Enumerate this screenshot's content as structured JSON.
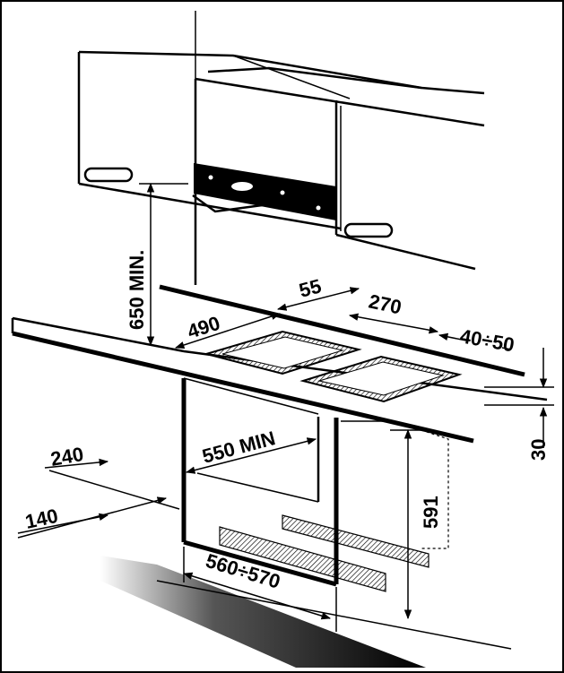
{
  "diagram": {
    "labels": {
      "cabinet_height": "650 MIN.",
      "cutout_depth": "490",
      "wall_gap": "55",
      "cutout_width": "270",
      "edge_gap": "40÷50",
      "worktop_thickness": "30",
      "cavity_depth": "550 MIN",
      "back_offset_240": "240",
      "front_offset_140": "140",
      "cavity_height": "591",
      "cavity_width": "560÷570"
    }
  }
}
